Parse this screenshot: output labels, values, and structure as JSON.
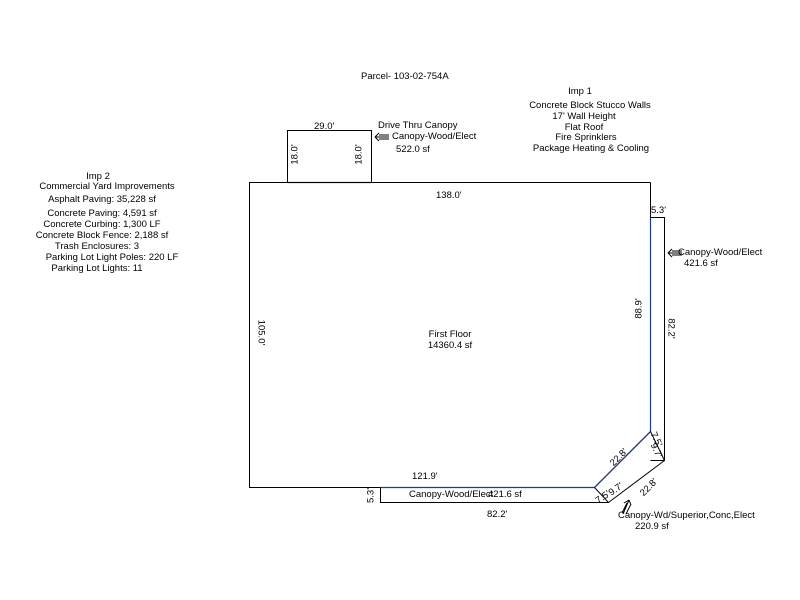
{
  "parcel": "Parcel- 103-02-754A",
  "imp1": {
    "title": "Imp 1",
    "lines": [
      "Concrete Block Stucco Walls",
      "17' Wall Height",
      "Flat Roof",
      "Fire Sprinklers",
      "Package Heating & Cooling"
    ]
  },
  "imp2": {
    "title": "Imp 2",
    "lines": [
      "Commercial Yard Improvements",
      "Asphalt Paving: 35,228 sf",
      "Concrete Paving: 4,591 sf",
      "Concrete Curbing: 1,300 LF",
      "Concrete Block Fence: 2,188 sf",
      "Trash Enclosures: 3",
      "Parking Lot Light Poles: 220 LF",
      "Parking Lot Lights: 11"
    ]
  },
  "drive_thru": {
    "title": "Drive Thru Canopy",
    "type": "Canopy-Wood/Elect",
    "area": "522.0 sf",
    "dim_top": "29.0'",
    "dim_left": "18.0'",
    "dim_right": "18.0'"
  },
  "main_floor": {
    "label": "First Floor",
    "area": "14360.4 sf",
    "dim_top": "138.0'",
    "dim_left": "105.0'",
    "dim_right": "88.9'",
    "dim_bottom": "121.9'",
    "dim_diag": "22.8'",
    "dim_corner_top": "7.5'",
    "dim_corner_bottom": "9.7'"
  },
  "east_canopy": {
    "type": "Canopy-Wood/Elect",
    "area": "421.6 sf",
    "dim_top": "5.3'",
    "dim_right": "82.2'",
    "dim_corner": "9.7'"
  },
  "south_canopy": {
    "label": "Canopy-Wood/Elect",
    "area": "421.6 sf",
    "dim_left": "5.3'",
    "dim_bottom": "82.2'",
    "dim_corner": "9.7'",
    "dim_corner2": "7.5'"
  },
  "corner_canopy": {
    "type": "Canopy-Wd/Superior,Conc,Elect",
    "area": "220.9 sf",
    "dim_diag": "22.8'"
  }
}
